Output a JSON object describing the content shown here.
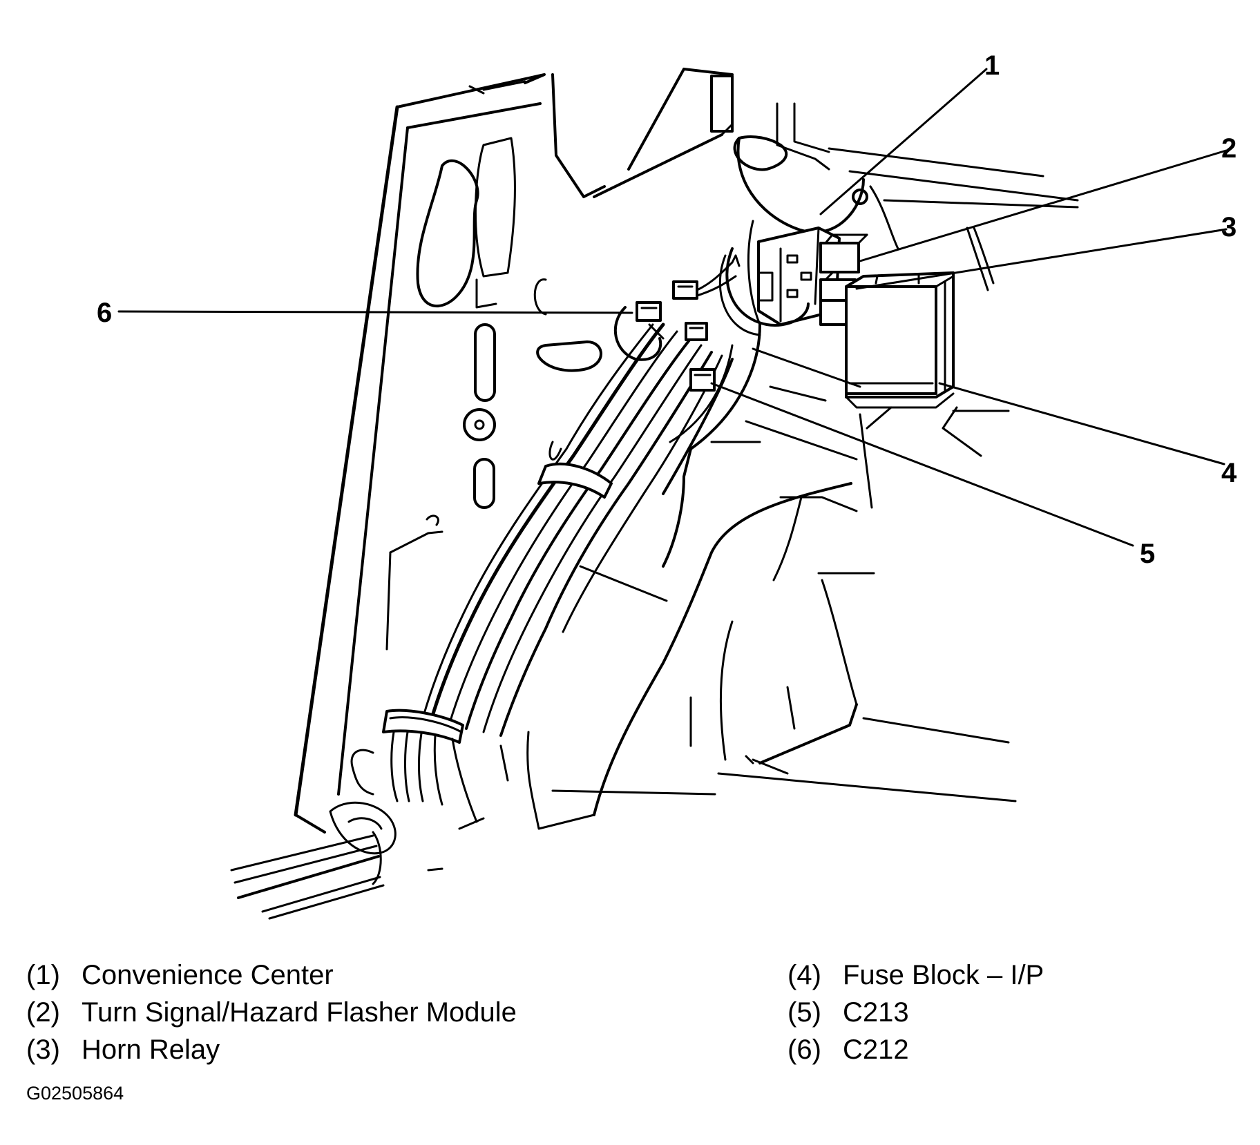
{
  "callouts": [
    "1",
    "2",
    "3",
    "4",
    "5",
    "6"
  ],
  "legend": [
    {
      "num": "(1)",
      "label": "Convenience Center"
    },
    {
      "num": "(2)",
      "label": "Turn Signal/Hazard Flasher Module"
    },
    {
      "num": "(3)",
      "label": "Horn Relay"
    },
    {
      "num": "(4)",
      "label": "Fuse Block – I/P"
    },
    {
      "num": "(5)",
      "label": "C213"
    },
    {
      "num": "(6)",
      "label": "C212"
    }
  ],
  "figure_code": "G02505864"
}
